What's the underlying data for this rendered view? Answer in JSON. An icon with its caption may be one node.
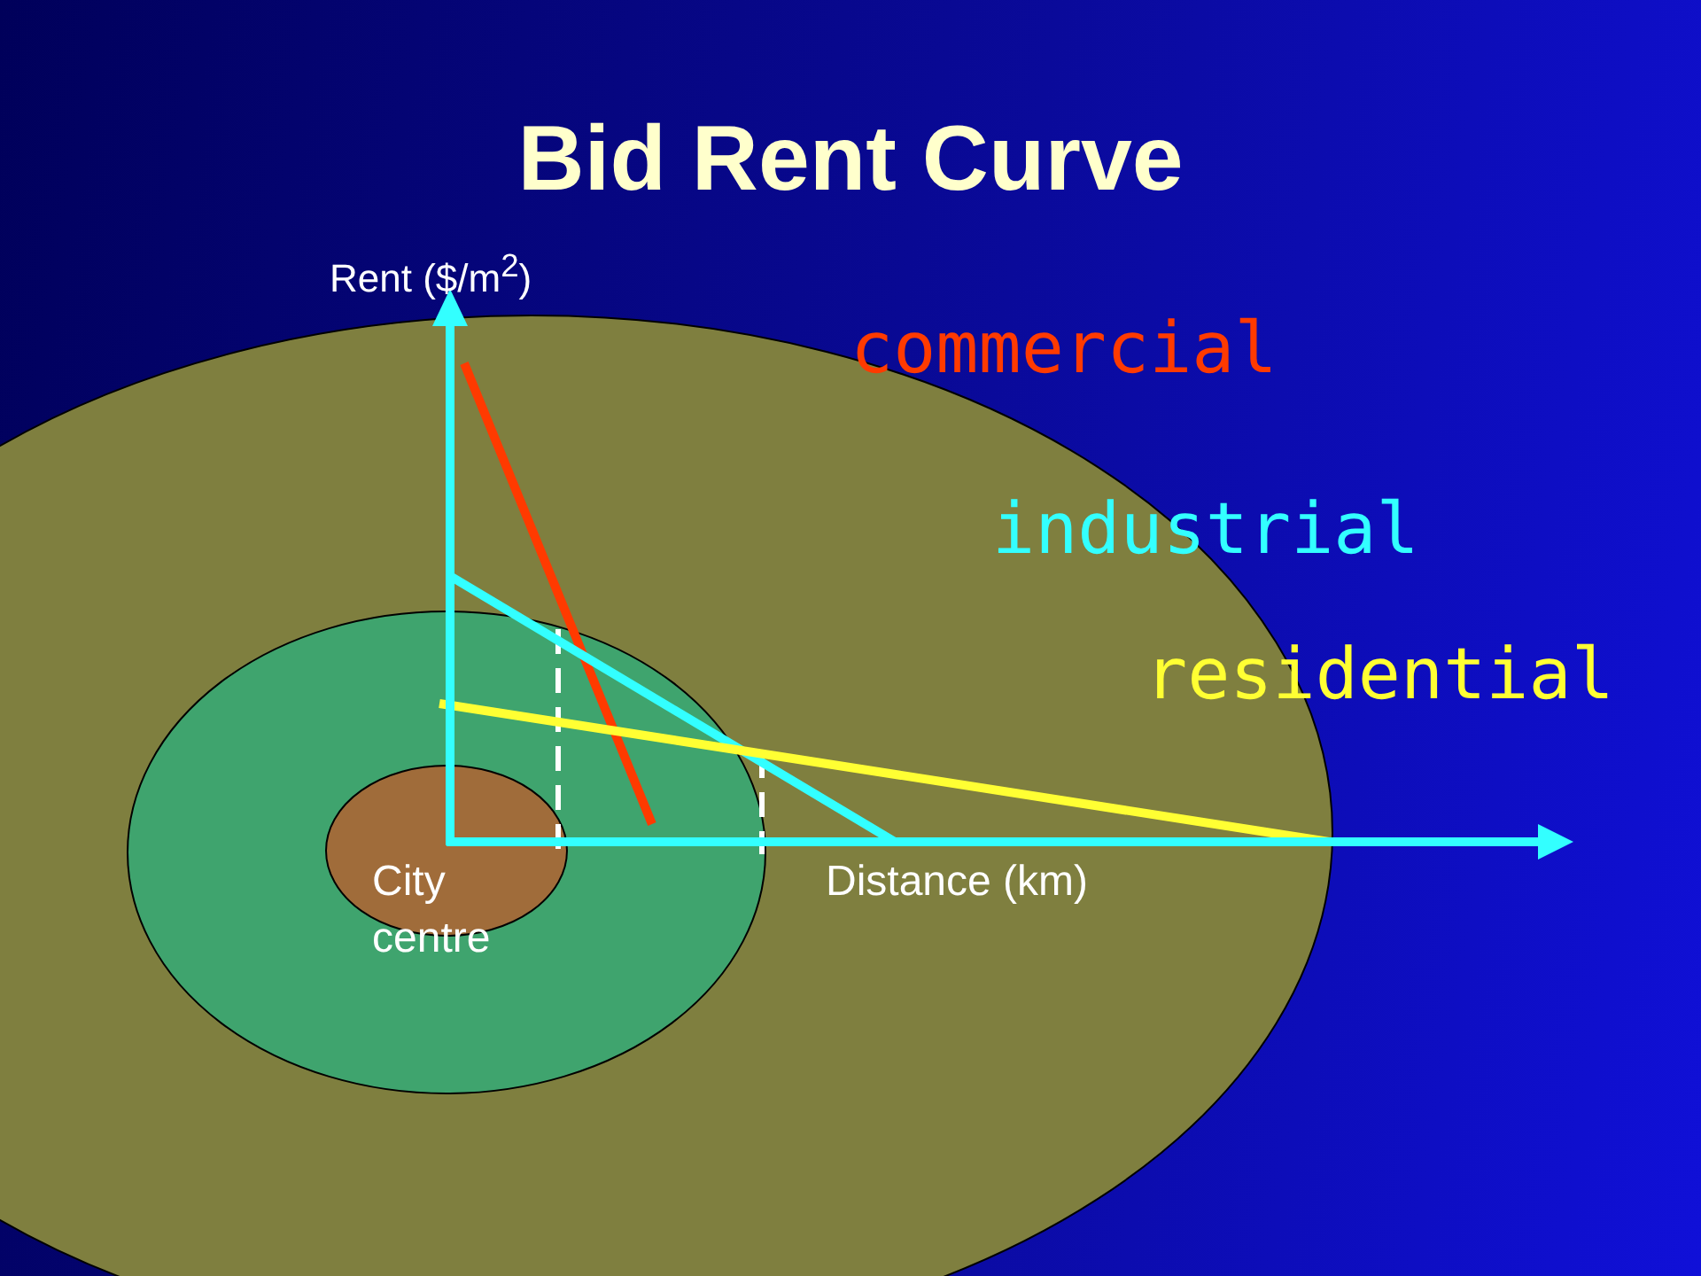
{
  "diagram": {
    "title": "Bid Rent Curve",
    "labels": [
      "Rent ($/m$^{2}$)",
      "commercial",
      "industrial",
      "residential",
      "City centre",
      "Distance (km)"
    ]
  }
}
